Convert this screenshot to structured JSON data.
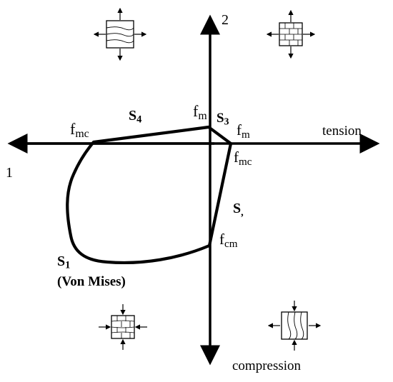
{
  "axes": {
    "axis_1_label": "1",
    "axis_2_label": "2",
    "tension_label": "tension",
    "compression_label": "compression"
  },
  "surfaces": {
    "s4": "S",
    "s4_sub": "4",
    "s3": "S",
    "s3_sub": "3",
    "s2": "S",
    "s2_sub": ",",
    "s1": "S",
    "s1_sub": "1",
    "s1_note": "(Von Mises)"
  },
  "strengths": {
    "fm_top_base": "f",
    "fm_top_sub": "m",
    "fm_right_base": "f",
    "fm_right_sub": "m",
    "fmc_left_base": "f",
    "fmc_left_sub": "mc",
    "fmc_right_base": "f",
    "fmc_right_sub": "mc",
    "fcm_base": "f",
    "fcm_sub": "cm"
  },
  "icons": {
    "top_left": "masonry-specimen-biaxial-tension-parallel-icon",
    "top_right": "masonry-specimen-biaxial-tension-icon",
    "bottom_left": "masonry-specimen-biaxial-compression-icon",
    "bottom_right": "masonry-specimen-compression-parallel-icon"
  },
  "colors": {
    "ink": "#000000",
    "background": "#ffffff"
  }
}
